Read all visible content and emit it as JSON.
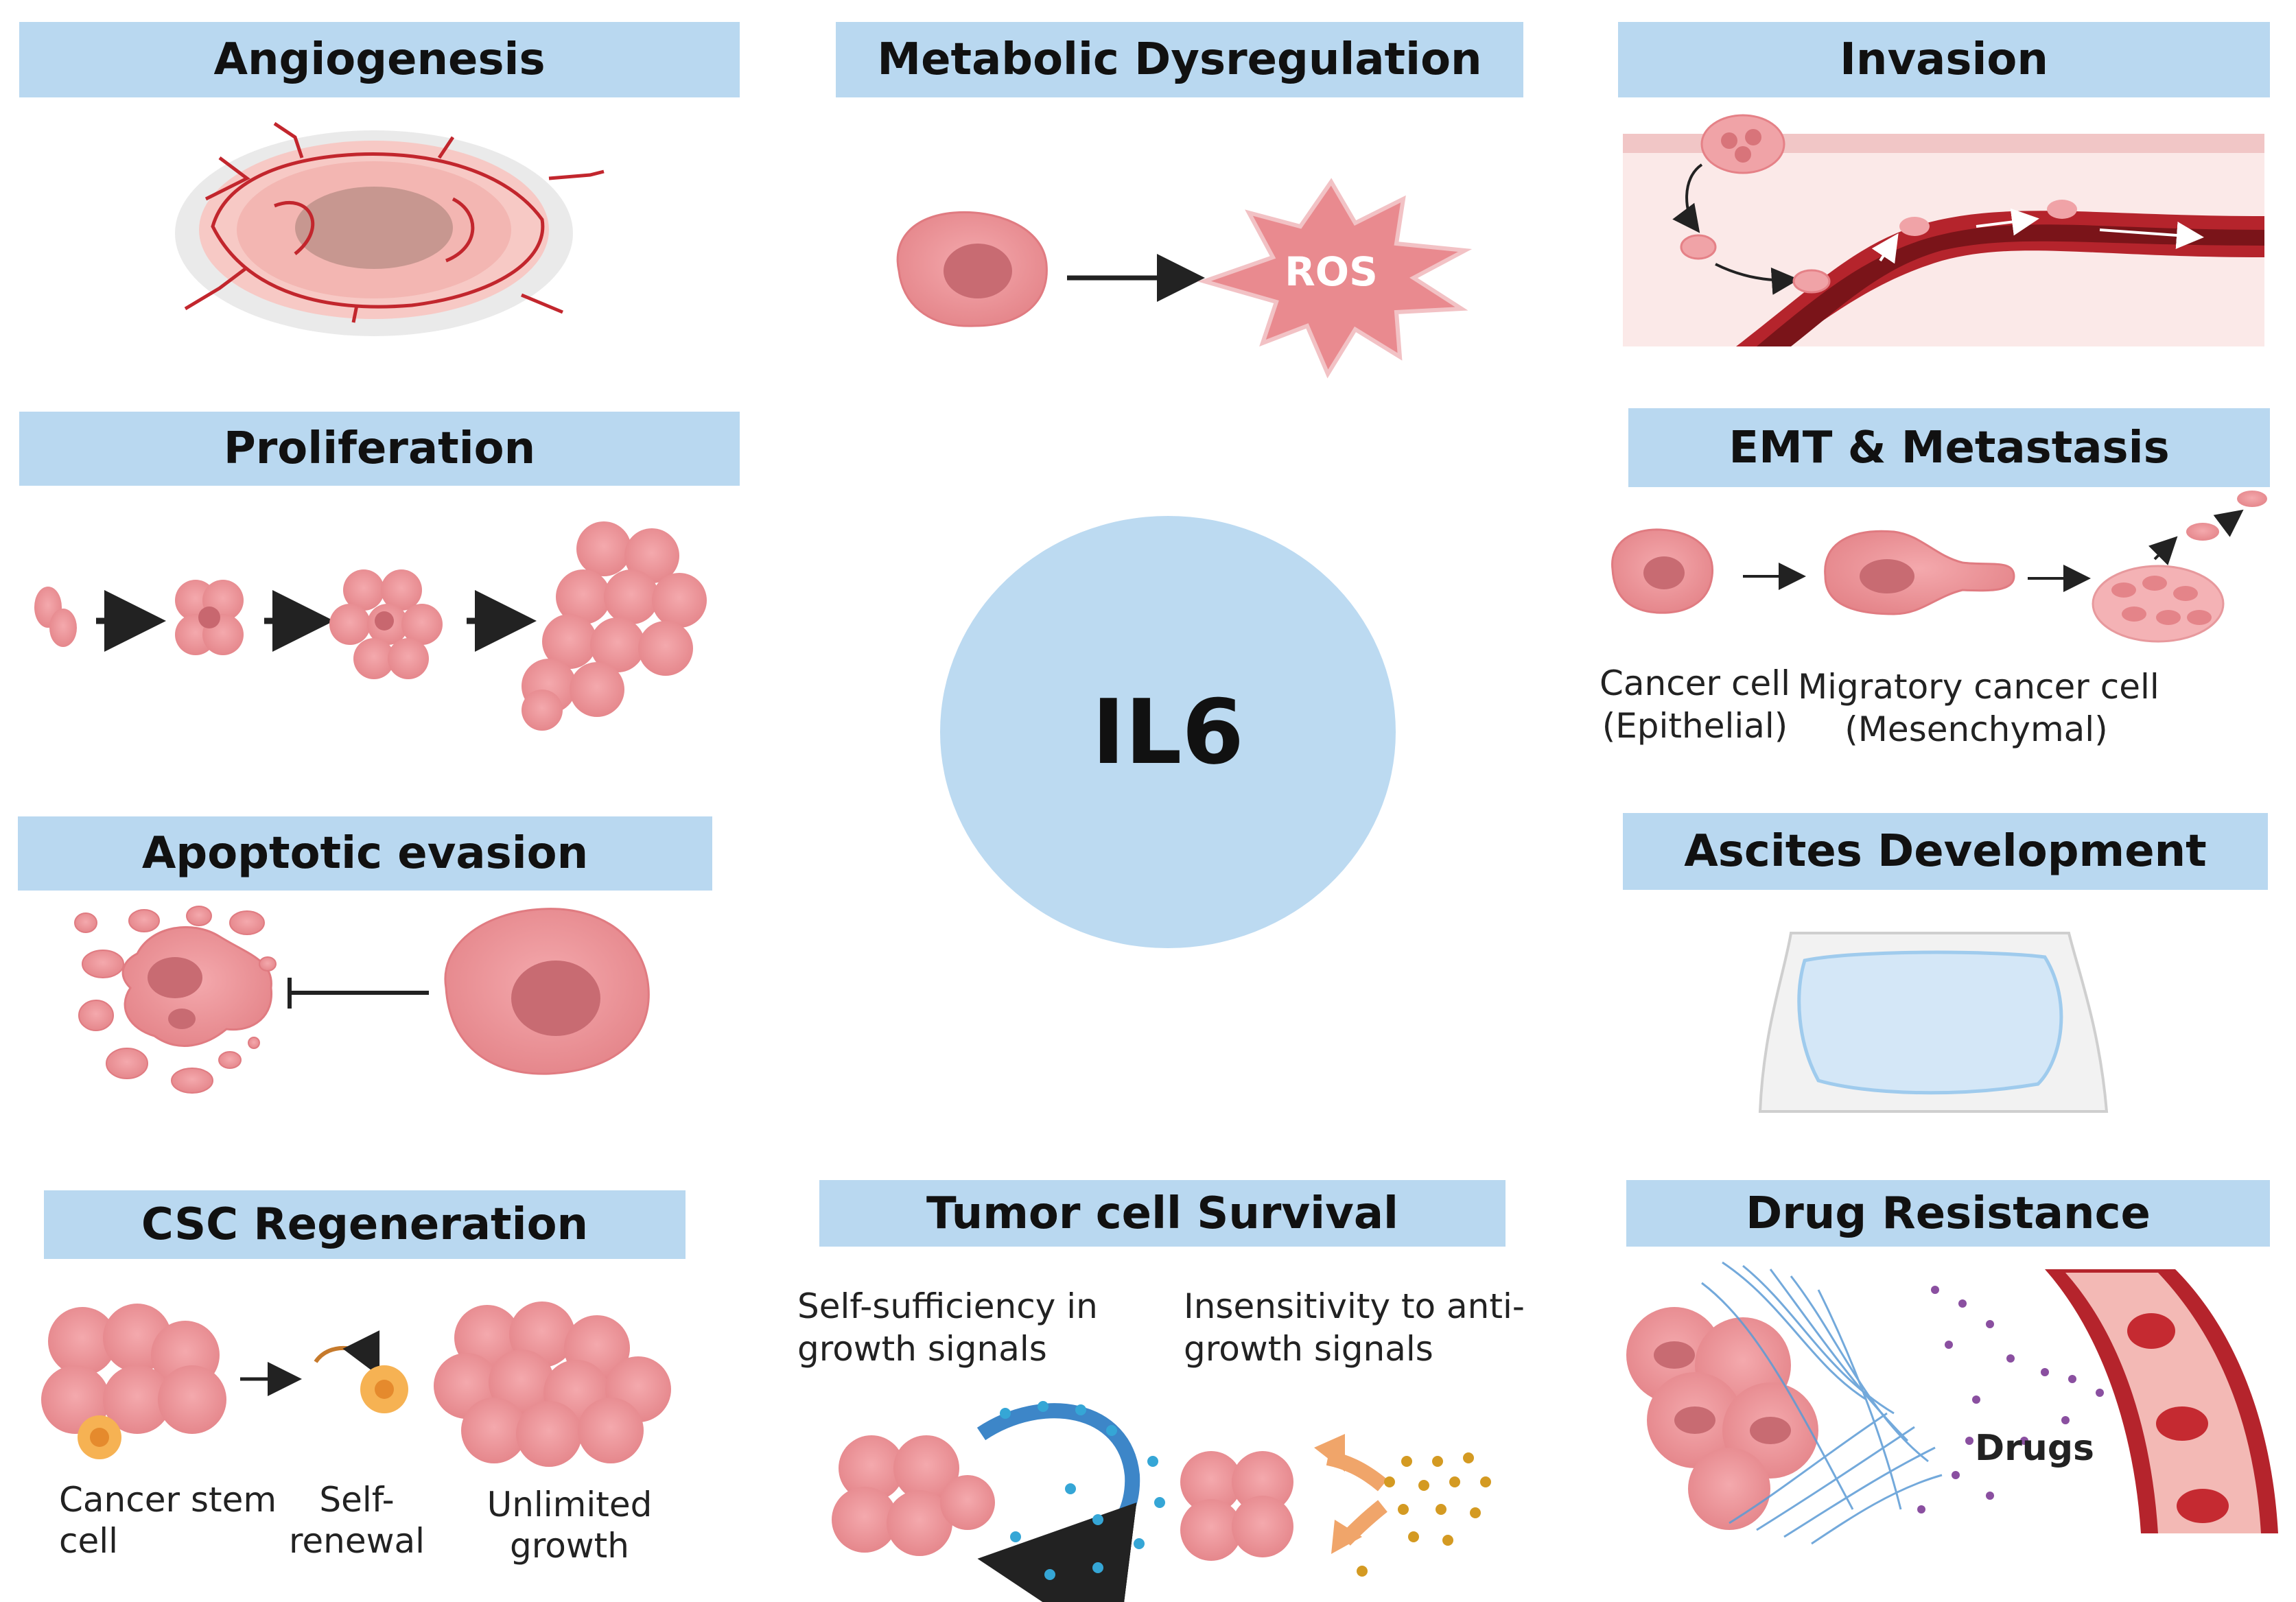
{
  "center": {
    "label": "IL6"
  },
  "panels": {
    "angiogenesis": {
      "title": "Angiogenesis"
    },
    "metabolic": {
      "title": "Metabolic Dysregulation",
      "ros_label": "ROS"
    },
    "invasion": {
      "title": "Invasion"
    },
    "proliferation": {
      "title": "Proliferation"
    },
    "emt": {
      "title": "EMT & Metastasis",
      "label_epithelial_1": "Cancer cell",
      "label_epithelial_2": "(Epithelial)",
      "label_migratory_1": "Migratory cancer cell",
      "label_migratory_2": "(Mesenchymal)"
    },
    "apoptotic": {
      "title": "Apoptotic evasion"
    },
    "ascites": {
      "title": "Ascites Development"
    },
    "csc": {
      "title": "CSC Regeneration",
      "label_stem_1": "Cancer stem",
      "label_stem_2": "cell",
      "label_renewal_1": "Self-",
      "label_renewal_2": "renewal",
      "label_growth_1": "Unlimited",
      "label_growth_2": "growth"
    },
    "survival": {
      "title": "Tumor cell Survival",
      "label_self_1": "Self-sufficiency in",
      "label_self_2": "growth signals",
      "label_insens_1": "Insensitivity to anti-",
      "label_insens_2": "growth signals"
    },
    "drug": {
      "title": "Drug Resistance",
      "drugs_label": "Drugs"
    }
  }
}
